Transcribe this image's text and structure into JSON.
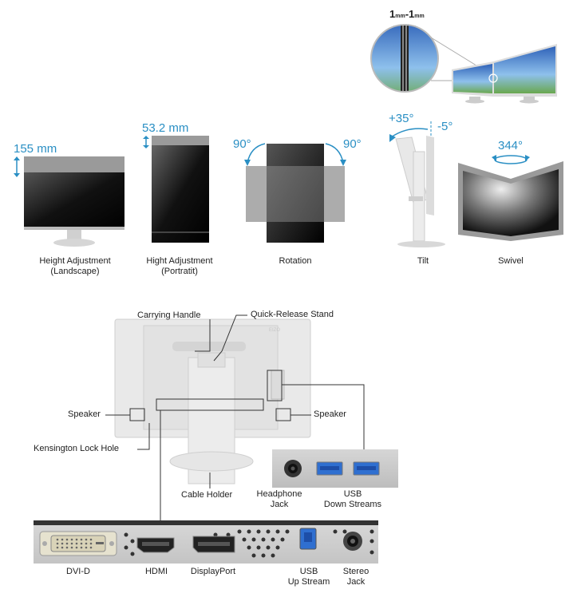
{
  "bezel": {
    "left": "1",
    "left_unit": "mm",
    "sep": "-",
    "right": "1",
    "right_unit": "mm"
  },
  "adjustments": [
    {
      "id": "height-landscape",
      "measure": "155 mm",
      "caption_line1": "Height Adjustment",
      "caption_line2": "(Landscape)"
    },
    {
      "id": "height-portrait",
      "measure": "53.2 mm",
      "caption_line1": "Hight Adjustment",
      "caption_line2": "(Portratit)"
    },
    {
      "id": "rotation",
      "angle_left": "90°",
      "angle_right": "90°",
      "caption_line1": "Rotation"
    },
    {
      "id": "tilt",
      "angle_up": "+35°",
      "angle_down": "-5°",
      "caption_line1": "Tilt"
    },
    {
      "id": "swivel",
      "angle": "344°",
      "caption_line1": "Swivel"
    }
  ],
  "back_labels": {
    "carrying_handle": "Carrying Handle",
    "quick_release_stand": "Quick-Release Stand",
    "speaker_left": "Speaker",
    "speaker_right": "Speaker",
    "kensington": "Kensington Lock Hole",
    "cable_holder": "Cable Holder",
    "headphone_line1": "Headphone",
    "headphone_line2": "Jack",
    "usb_down_line1": "USB",
    "usb_down_line2": "Down Streams"
  },
  "ports": {
    "dvi": "DVI-D",
    "hdmi": "HDMI",
    "displayport": "DisplayPort",
    "usb_up_line1": "USB",
    "usb_up_line2": "Up Stream",
    "stereo_line1": "Stereo",
    "stereo_line2": "Jack"
  },
  "colors": {
    "accent": "#2a8fc4",
    "bezel": "#c8c8c8",
    "screen": "#1a1a1a",
    "usb_blue": "#2f6fd0"
  }
}
